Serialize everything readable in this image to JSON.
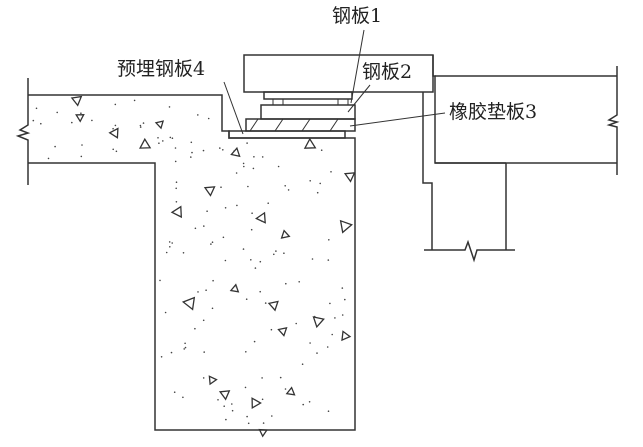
{
  "diagram": {
    "type": "bridge-bearing-section",
    "labels": {
      "plate1": "钢板1",
      "plate2": "钢板2",
      "rubber3": "橡胶垫板3",
      "embedded4": "预埋钢板4"
    },
    "colors": {
      "line": "#333333",
      "text": "#222222",
      "background": "#ffffff"
    }
  }
}
